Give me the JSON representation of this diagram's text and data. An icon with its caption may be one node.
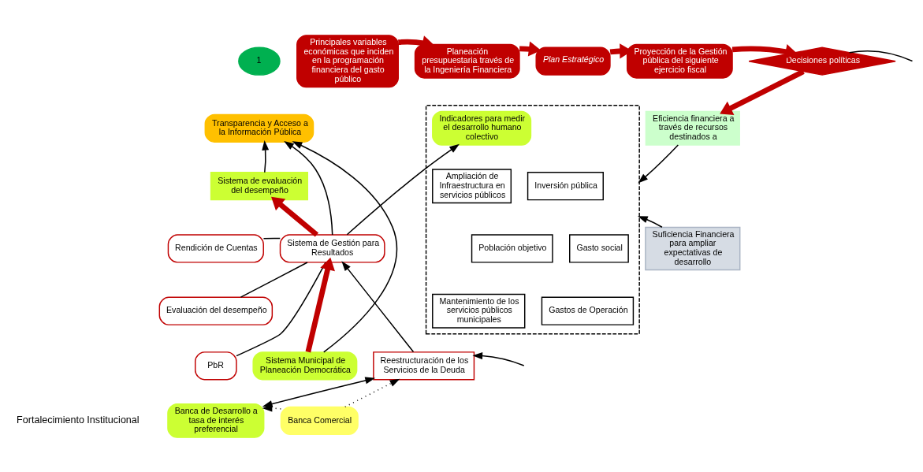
{
  "diagram": {
    "nodes": [
      {
        "text": [
          "1"
        ]
      },
      {
        "text": [
          "Principales variables económicas que inciden en la programación financiera del gasto público"
        ]
      },
      {
        "text": [
          "Planeación presupuestaria través de la Ingeniería Financiera"
        ]
      },
      {
        "text": [
          "Plan Estratégico"
        ]
      },
      {
        "text": [
          "Proyección de la Gestión pública del siguiente ejercicio fiscal"
        ]
      },
      {
        "text": [
          "Decisiones políticas"
        ]
      },
      {
        "text": [
          "Transparencia y Acceso a la Información Pública"
        ]
      },
      {
        "text": [
          "Sistema de evaluación del desempeño"
        ]
      },
      {
        "text": [
          "Rendición de Cuentas"
        ]
      },
      {
        "text": [
          "Evaluación del desempeño"
        ]
      },
      {
        "text": [
          "PbR"
        ]
      },
      {
        "text": [
          "Sistema de Gestión para Resultados"
        ]
      },
      {
        "text": [
          "Sistema Municipal de Planeación Democrática"
        ]
      },
      {
        "text": [],
        "shape": "box"
      },
      {
        "text": [
          "Indicadores para medir el desarrollo humano colectivo"
        ],
        "in": 13
      },
      {
        "text": [
          "Ampliación de Infraestructura en servicios públicos"
        ],
        "in": 13
      },
      {
        "text": [
          "Inversión pública"
        ],
        "in": 13
      },
      {
        "text": [
          "Población objetivo"
        ],
        "in": 13
      },
      {
        "text": [
          "Gasto social"
        ],
        "in": 13
      },
      {
        "text": [
          "Mantenimiento de los servicios públicos municipales"
        ],
        "in": 13
      },
      {
        "text": [
          "Gastos de Operación"
        ],
        "in": 13
      },
      {
        "text": [
          "Eficiencia financiera a través de recursos destinados a"
        ]
      },
      {
        "text": [
          "Suficiencia Financiera para ampliar expectativas de desarrollo"
        ]
      },
      {
        "text": [
          "Reestructuración de los Servicios de la Deuda"
        ]
      },
      {
        "text": [
          "Banca de Desarrollo a tasa de interés preferencial"
        ]
      },
      {
        "text": [
          "Banca Comercial"
        ]
      }
    ],
    "edges": [
      {
        "from": 1,
        "to": 2,
        "arrow": "to",
        "color": "#c00000",
        "style": "thick"
      },
      {
        "from": 2,
        "to": 3,
        "arrow": "to",
        "color": "#c00000",
        "style": "thick"
      },
      {
        "from": 3,
        "to": 4,
        "arrow": "to",
        "color": "#c00000",
        "style": "thick"
      },
      {
        "from": 4,
        "to": 5,
        "arrow": "to",
        "color": "#c00000",
        "style": "thick"
      },
      {
        "from": 5,
        "to": null,
        "arrow": "none"
      },
      {
        "from": 5,
        "to": 21,
        "arrow": "to",
        "color": "#c00000",
        "style": "thick"
      },
      {
        "from": 11,
        "to": 6,
        "arrow": "to"
      },
      {
        "from": 11,
        "to": 14,
        "arrow": "to"
      },
      {
        "from": 7,
        "to": 6,
        "arrow": "to"
      },
      {
        "from": 12,
        "to": 6,
        "arrow": "to"
      },
      {
        "from": 8,
        "to": 11,
        "arrow": "none"
      },
      {
        "from": 9,
        "to": 11,
        "arrow": "none"
      },
      {
        "from": 10,
        "to": 11,
        "arrow": "none"
      },
      {
        "from": 11,
        "to": 7,
        "arrow": "to",
        "color": "#c00000",
        "style": "thick"
      },
      {
        "from": 12,
        "to": 11,
        "arrow": "to",
        "color": "#c00000",
        "style": "thick"
      },
      {
        "from": 21,
        "to": 13,
        "arrow": "to"
      },
      {
        "from": 22,
        "to": 13,
        "arrow": "to"
      },
      {
        "from": 23,
        "to": 11,
        "arrow": "to"
      },
      {
        "from": null,
        "to": 23,
        "arrow": "to"
      },
      {
        "from": 23,
        "to": 24,
        "arrow": "both"
      },
      {
        "from": 25,
        "to": 23,
        "arrow": "to",
        "style": "dashed"
      },
      {
        "from": 25,
        "to": 24,
        "arrow": "to",
        "style": "dashed"
      }
    ],
    "labels": [
      "Fortalecimiento Institucional"
    ]
  }
}
